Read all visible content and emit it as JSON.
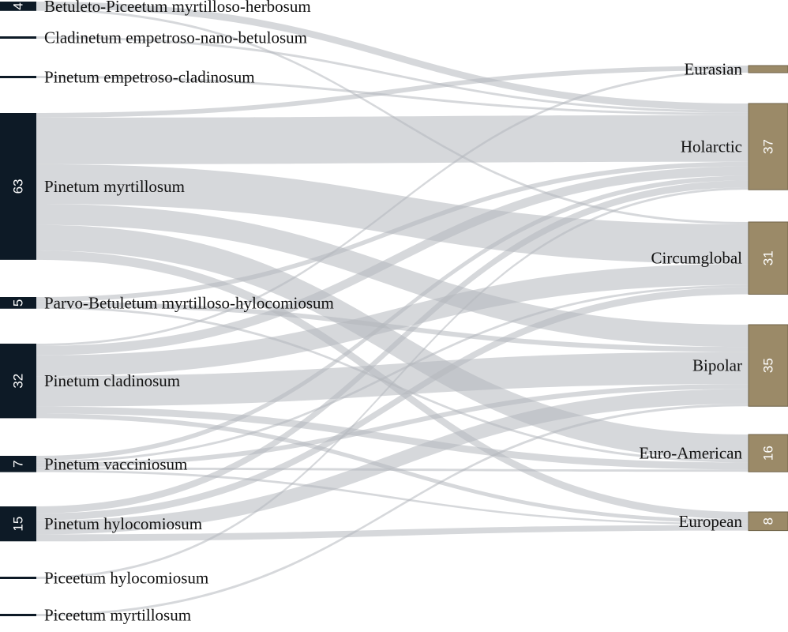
{
  "colors": {
    "source_node": "#0d1a26",
    "target_node": "#9b8a68",
    "flow": "#b4b8bd",
    "label": "#111111",
    "value": "#ffffff"
  },
  "chart_data": {
    "type": "sankey",
    "sources": [
      {
        "id": "s0",
        "label": "Betuleto-Piceetum myrtilloso-herbosum",
        "value": 4,
        "show_value": true
      },
      {
        "id": "s1",
        "label": "Cladinetum empetroso-nano-betulosum",
        "value": 1,
        "show_value": false
      },
      {
        "id": "s2",
        "label": "Pinetum empetroso-cladinosum",
        "value": 1,
        "show_value": false
      },
      {
        "id": "s3",
        "label": "Pinetum myrtillosum",
        "value": 63,
        "show_value": true
      },
      {
        "id": "s4",
        "label": "Parvo-Betuletum myrtilloso-hylocomiosum",
        "value": 5,
        "show_value": true
      },
      {
        "id": "s5",
        "label": "Pinetum cladinosum",
        "value": 32,
        "show_value": true
      },
      {
        "id": "s6",
        "label": "Pinetum vacciniosum",
        "value": 7,
        "show_value": true
      },
      {
        "id": "s7",
        "label": "Pinetum hylocomiosum",
        "value": 15,
        "show_value": true
      },
      {
        "id": "s8",
        "label": "Piceetum hylocomiosum",
        "value": 1,
        "show_value": false
      },
      {
        "id": "s9",
        "label": "Piceetum myrtillosum",
        "value": 1,
        "show_value": false
      }
    ],
    "targets": [
      {
        "id": "t0",
        "label": "Eurasian",
        "value": 3,
        "show_value": false
      },
      {
        "id": "t1",
        "label": "Holarctic",
        "value": 37,
        "show_value": true
      },
      {
        "id": "t2",
        "label": "Circumglobal",
        "value": 31,
        "show_value": true
      },
      {
        "id": "t3",
        "label": "Bipolar",
        "value": 35,
        "show_value": true
      },
      {
        "id": "t4",
        "label": "Euro-American",
        "value": 16,
        "show_value": true
      },
      {
        "id": "t5",
        "label": "European",
        "value": 8,
        "show_value": true
      }
    ],
    "links": [
      {
        "source": "s0",
        "target": "t1",
        "value": 3
      },
      {
        "source": "s0",
        "target": "t2",
        "value": 1
      },
      {
        "source": "s1",
        "target": "t1",
        "value": 1
      },
      {
        "source": "s2",
        "target": "t1",
        "value": 1
      },
      {
        "source": "s3",
        "target": "t0",
        "value": 2
      },
      {
        "source": "s3",
        "target": "t1",
        "value": 20
      },
      {
        "source": "s3",
        "target": "t2",
        "value": 17
      },
      {
        "source": "s3",
        "target": "t3",
        "value": 9
      },
      {
        "source": "s3",
        "target": "t4",
        "value": 11
      },
      {
        "source": "s3",
        "target": "t5",
        "value": 4
      },
      {
        "source": "s4",
        "target": "t1",
        "value": 2
      },
      {
        "source": "s4",
        "target": "t3",
        "value": 2
      },
      {
        "source": "s4",
        "target": "t4",
        "value": 1
      },
      {
        "source": "s5",
        "target": "t0",
        "value": 1
      },
      {
        "source": "s5",
        "target": "t1",
        "value": 4
      },
      {
        "source": "s5",
        "target": "t2",
        "value": 9
      },
      {
        "source": "s5",
        "target": "t3",
        "value": 13
      },
      {
        "source": "s5",
        "target": "t4",
        "value": 3
      },
      {
        "source": "s5",
        "target": "t5",
        "value": 2
      },
      {
        "source": "s6",
        "target": "t1",
        "value": 2
      },
      {
        "source": "s6",
        "target": "t2",
        "value": 1
      },
      {
        "source": "s6",
        "target": "t3",
        "value": 2
      },
      {
        "source": "s6",
        "target": "t4",
        "value": 1
      },
      {
        "source": "s6",
        "target": "t5",
        "value": 1
      },
      {
        "source": "s7",
        "target": "t1",
        "value": 3
      },
      {
        "source": "s7",
        "target": "t2",
        "value": 3
      },
      {
        "source": "s7",
        "target": "t3",
        "value": 6
      },
      {
        "source": "s7",
        "target": "t5",
        "value": 3
      },
      {
        "source": "s8",
        "target": "t1",
        "value": 1
      },
      {
        "source": "s9",
        "target": "t3",
        "value": 1
      }
    ]
  }
}
